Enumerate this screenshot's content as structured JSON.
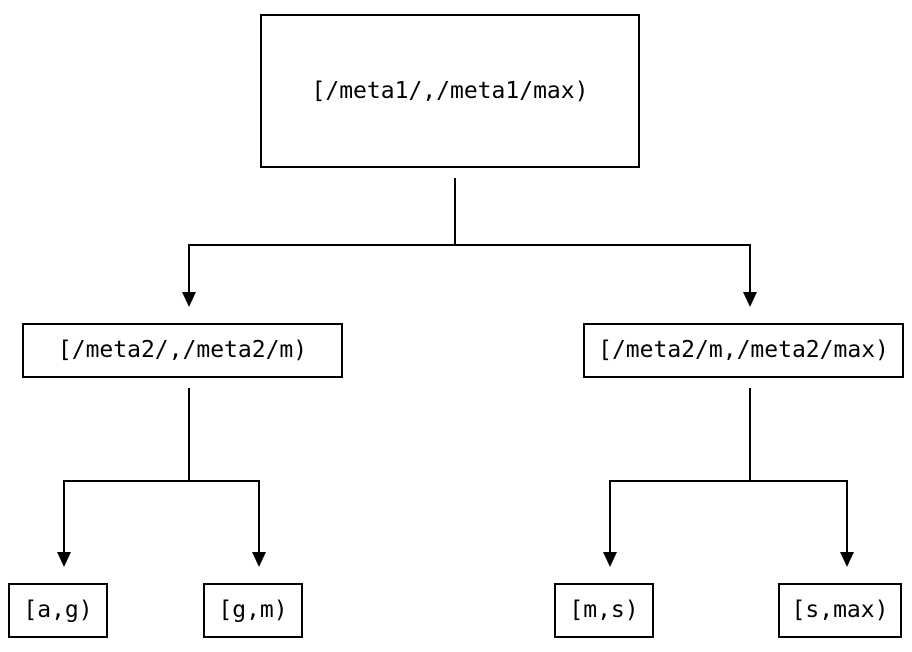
{
  "diagram": {
    "type": "tree",
    "background_color": "#ffffff",
    "line_color": "#000000",
    "text_color": "#000000",
    "nodes": {
      "root": {
        "label": "[/meta1/,/meta1/max)",
        "level": 0
      },
      "left_child": {
        "label": "[/meta2/,/meta2/m)",
        "level": 1
      },
      "right_child": {
        "label": "[/meta2/m,/meta2/max)",
        "level": 1
      },
      "leaf_ag": {
        "label": "[a,g)",
        "level": 2
      },
      "leaf_gm": {
        "label": "[g,m)",
        "level": 2
      },
      "leaf_ms": {
        "label": "[m,s)",
        "level": 2
      },
      "leaf_smax": {
        "label": "[s,max)",
        "level": 2
      }
    },
    "edges": [
      {
        "from": "root",
        "to": "left_child"
      },
      {
        "from": "root",
        "to": "right_child"
      },
      {
        "from": "left_child",
        "to": "leaf_ag"
      },
      {
        "from": "left_child",
        "to": "leaf_gm"
      },
      {
        "from": "right_child",
        "to": "leaf_ms"
      },
      {
        "from": "right_child",
        "to": "leaf_smax"
      }
    ]
  }
}
